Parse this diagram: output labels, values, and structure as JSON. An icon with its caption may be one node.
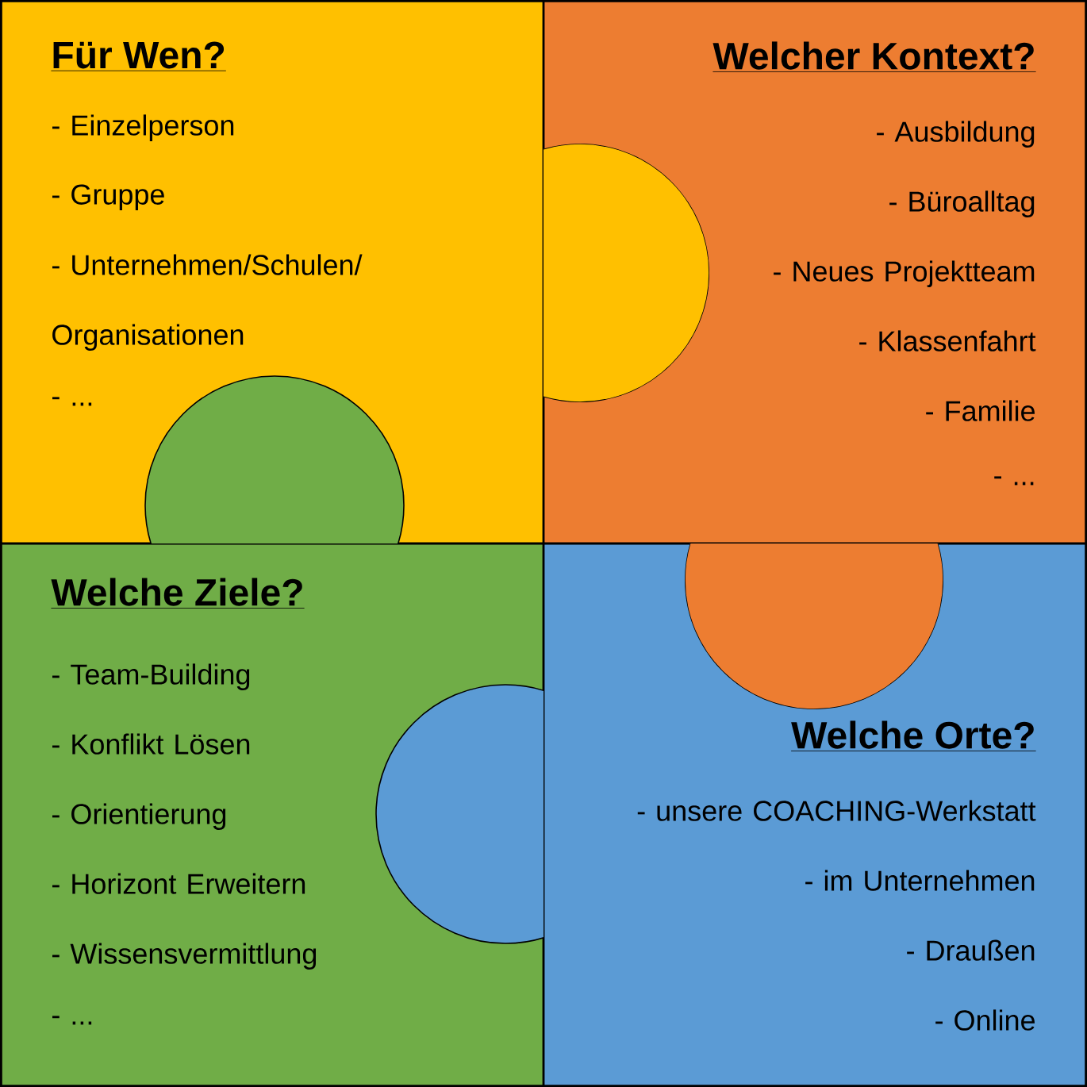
{
  "diagram": {
    "nodes": [
      {
        "text": [
          "Für Wen?",
          "- Einzelperson",
          "- Gruppe",
          "- Unternehmen/Schulen/ Organisationen",
          "- ..."
        ]
      },
      {
        "text": [
          "Welcher Kontext?",
          "- Ausbildung",
          "- Büroalltag",
          "- Neues Projektteam",
          "- Klassenfahrt",
          "- Familie",
          "- ..."
        ]
      },
      {
        "text": [
          "Welche Ziele?",
          "- Team-Building",
          "- Konflikt Lösen",
          "- Orientierung",
          "- Horizont Erweitern",
          "- Wissensvermittlung",
          "- ..."
        ]
      },
      {
        "text": [
          "Welche Orte?",
          "- unsere COACHING-Werkstatt",
          "- im Unternehmen",
          "- Draußen",
          "- Online"
        ]
      }
    ]
  }
}
